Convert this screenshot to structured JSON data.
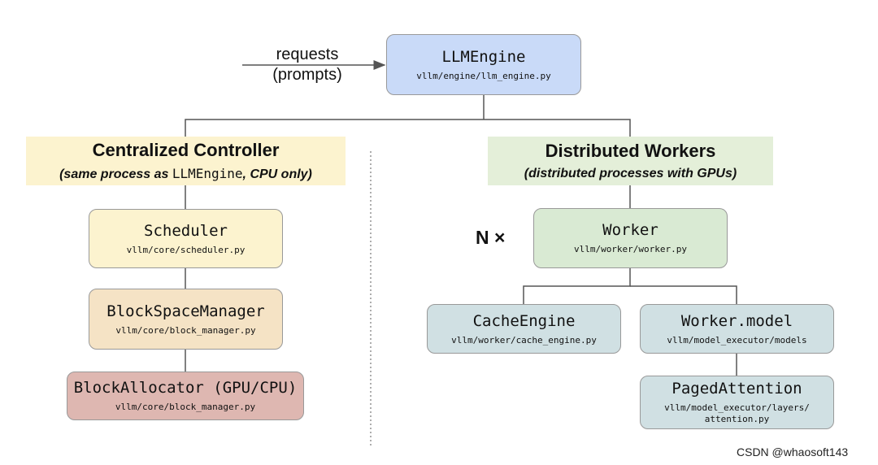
{
  "input": {
    "line1": "requests",
    "line2": "(prompts)"
  },
  "engine": {
    "title": "LLMEngine",
    "path": "vllm/engine/llm_engine.py"
  },
  "controller": {
    "heading": "Centralized Controller",
    "sub_prefix": "(same process as ",
    "sub_code": "LLMEngine",
    "sub_suffix": ", CPU only)",
    "components": [
      {
        "title": "Scheduler",
        "path": "vllm/core/scheduler.py"
      },
      {
        "title": "BlockSpaceManager",
        "path": "vllm/core/block_manager.py"
      },
      {
        "title": "BlockAllocator (GPU/CPU)",
        "path": "vllm/core/block_manager.py"
      }
    ]
  },
  "workers": {
    "heading": "Distributed Workers",
    "sub": "(distributed processes with GPUs)",
    "multiplier": "N ×",
    "worker": {
      "title": "Worker",
      "path": "vllm/worker/worker.py"
    },
    "cache_engine": {
      "title": "CacheEngine",
      "path": "vllm/worker/cache_engine.py"
    },
    "model": {
      "title": "Worker.model",
      "path": "vllm/model_executor/models"
    },
    "paged_attention": {
      "title": "PagedAttention",
      "path_line1": "vllm/model_executor/layers/",
      "path_line2": "attention.py"
    }
  },
  "watermark": "CSDN @whaosoft143",
  "colors": {
    "engine": "#c9daf8",
    "controller_band": "#fcf3cf",
    "workers_band": "#e4efd9",
    "scheduler": "#fcf3cf",
    "block_space_manager": "#f5e3c5",
    "block_allocator": "#deb7b1",
    "worker": "#d9ead3",
    "worker_children": "#d0e0e3"
  }
}
